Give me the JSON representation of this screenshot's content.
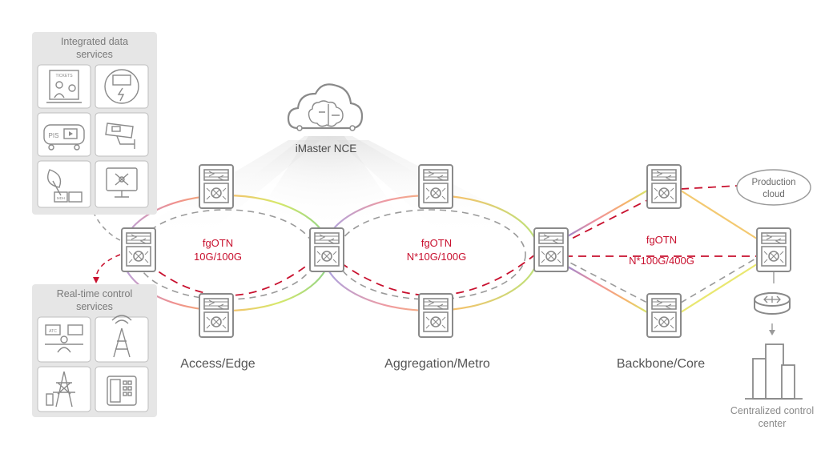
{
  "panels": {
    "integrated": {
      "title": [
        "Integrated data",
        "services"
      ]
    },
    "realtime": {
      "title": [
        "Real-time control",
        "services"
      ]
    }
  },
  "controller": {
    "label": "iMaster NCE"
  },
  "rings": {
    "access": {
      "tech": "fgOTN",
      "rate": "10G/100G"
    },
    "aggregation": {
      "tech": "fgOTN",
      "rate": "N*10G/100G"
    },
    "backbone": {
      "tech": "fgOTN",
      "rate": "N*100G/400G"
    }
  },
  "layers": {
    "access": "Access/Edge",
    "aggregation": "Aggregation/Metro",
    "backbone": "Backbone/Core"
  },
  "cloud": {
    "label": [
      "Production",
      "cloud"
    ]
  },
  "control_center": {
    "label": [
      "Centralized control",
      "center"
    ]
  },
  "icon_texts": {
    "tickets": "TICKETS",
    "pis": "PIS",
    "atc": "ATC",
    "mdh": "MDH"
  },
  "colors": {
    "dashed_red": "#c8102e",
    "dashed_gray": "#9a9a9a",
    "device_stroke": "#8a8a8a",
    "text_gray": "#5a5a5a",
    "label_red": "#c8102e",
    "panel_bg": "#e6e6e6",
    "gradient_colors": [
      "#ef8c8c",
      "#f6b26b",
      "#d9e86b",
      "#8fd38a",
      "#7fb2e5",
      "#b7a0dd"
    ]
  }
}
